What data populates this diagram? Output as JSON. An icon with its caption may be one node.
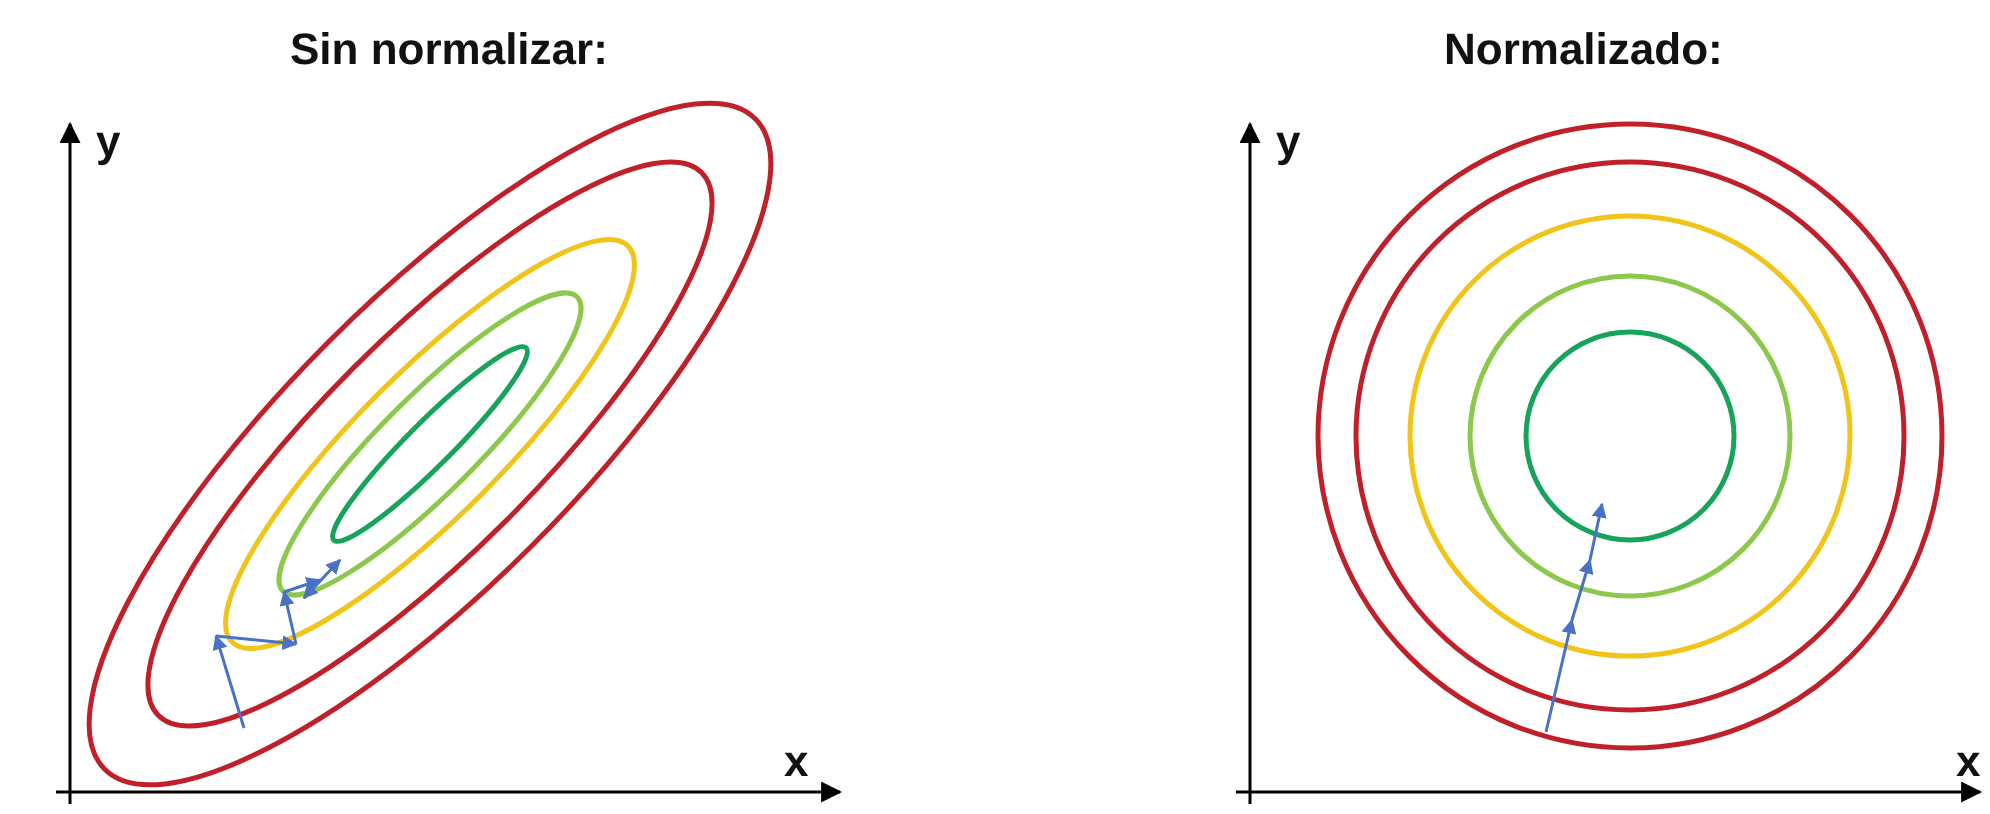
{
  "diagram": {
    "labels": [
      "Sin normalizar:",
      "y",
      "x",
      "Normalizado:",
      "y",
      "x"
    ]
  }
}
